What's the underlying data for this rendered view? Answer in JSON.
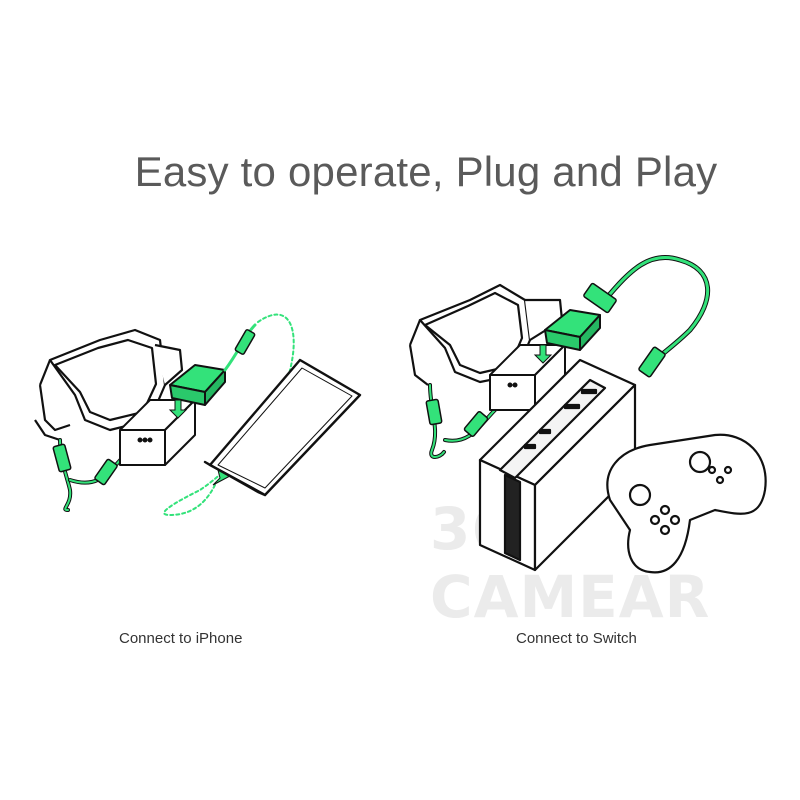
{
  "headline": "Easy to operate, Plug and Play",
  "captions": {
    "left": "Connect to iPhone",
    "right": "Connect to Switch"
  },
  "watermark": "360 CAMEAR",
  "colors": {
    "accent": "#33e27a",
    "line": "#111111",
    "text": "#5a5a5a"
  },
  "icons": [
    "glasses-icon",
    "adapter-icon",
    "phone-icon",
    "console-dock-icon",
    "controller-grip-icon"
  ]
}
